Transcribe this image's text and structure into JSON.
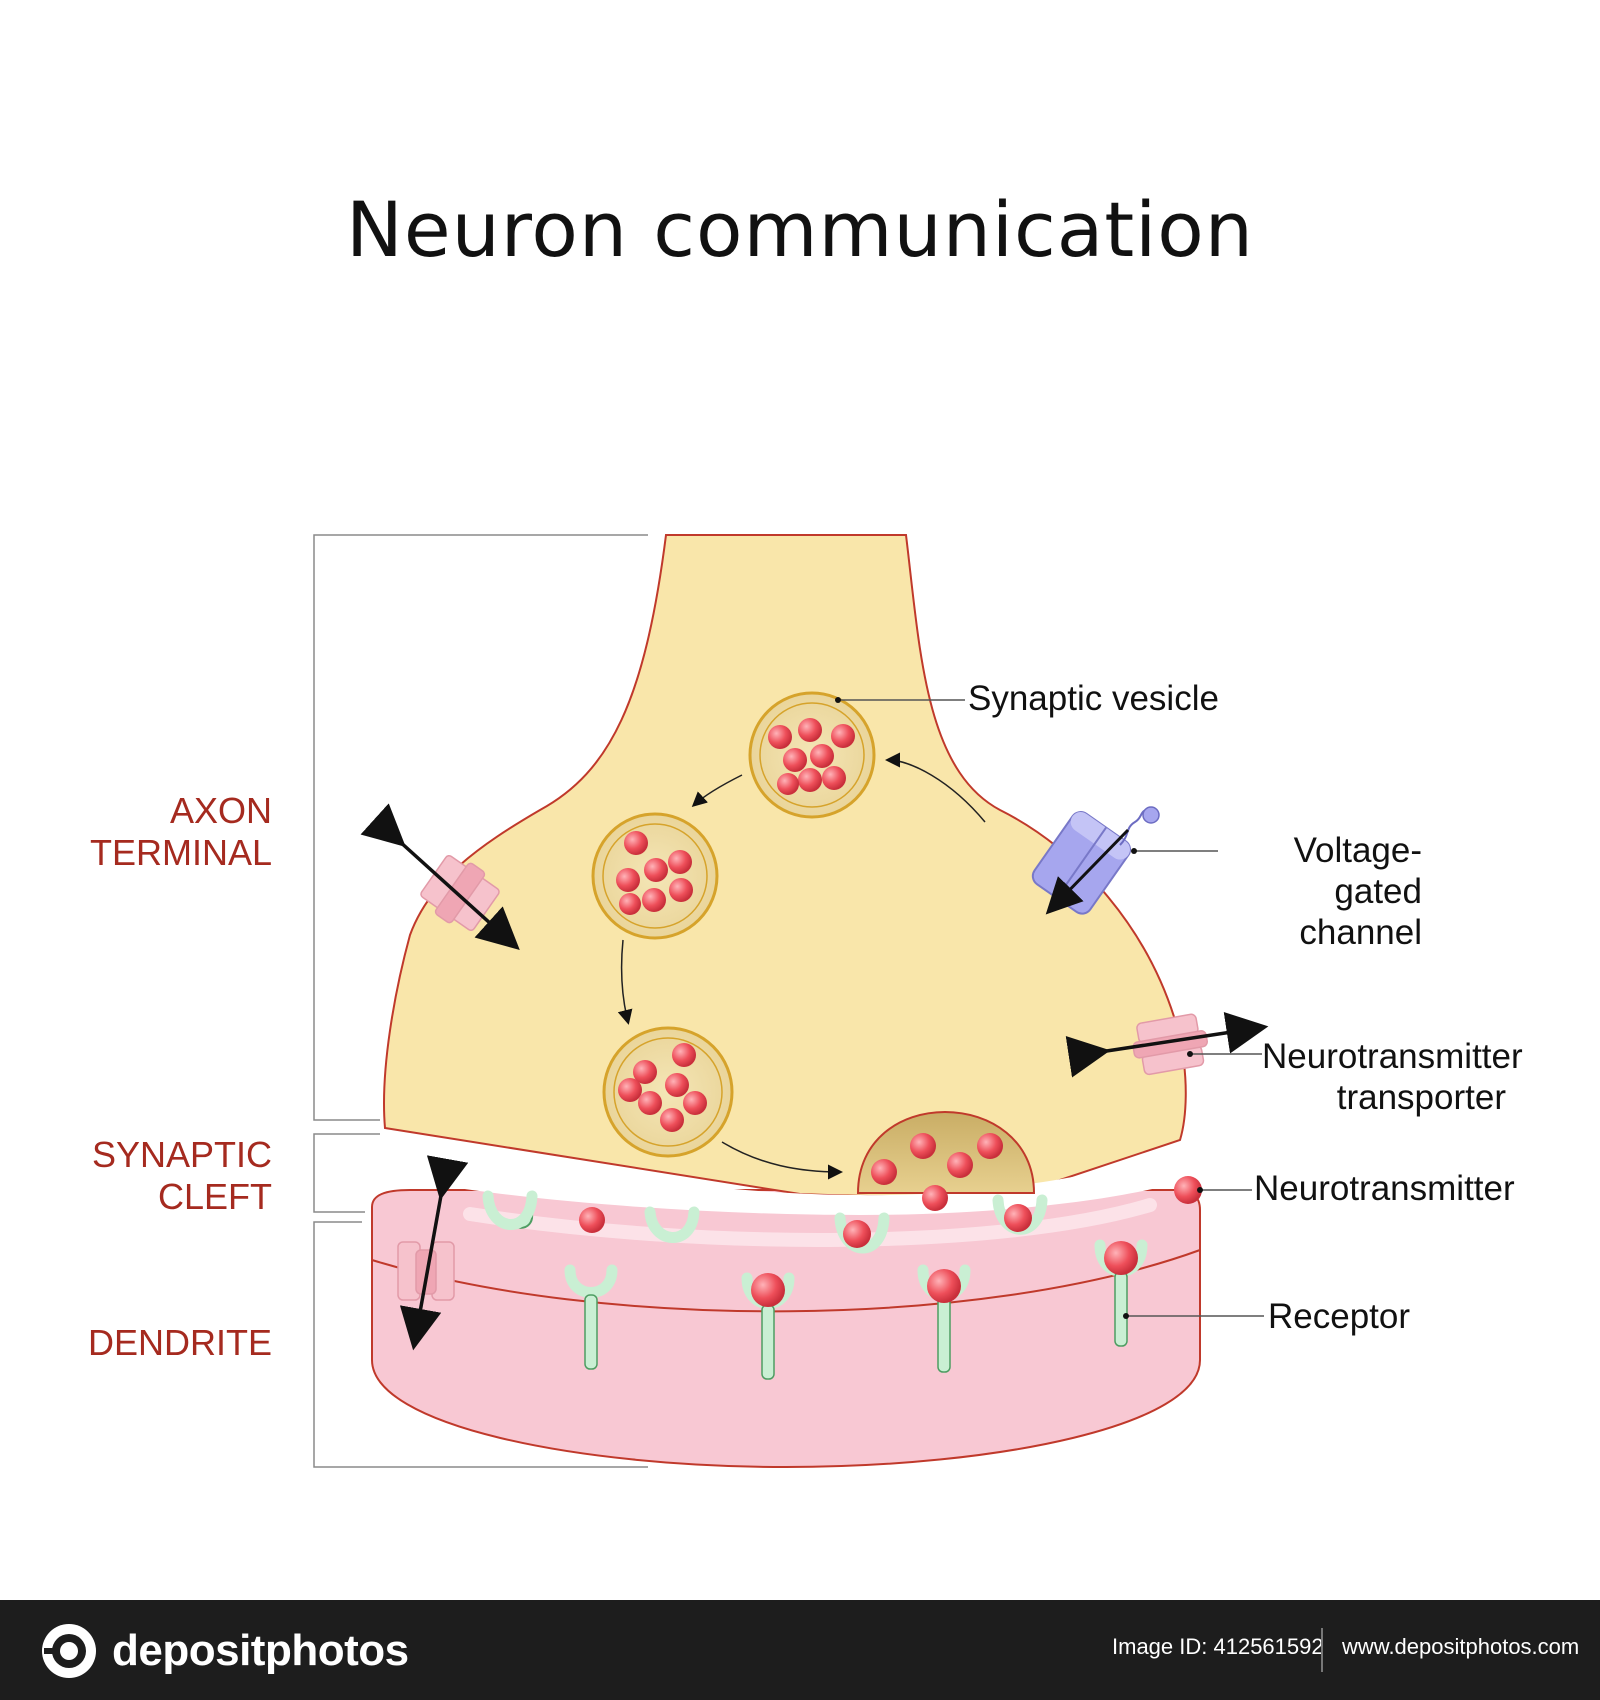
{
  "title": "Neuron communication",
  "regions": {
    "axon_terminal": [
      "AXON",
      "TERMINAL"
    ],
    "synaptic_cleft": [
      "SYNAPTIC",
      "CLEFT"
    ],
    "dendrite": "DENDRITE"
  },
  "callouts": {
    "synaptic_vesicle": "Synaptic vesicle",
    "voltage_gated": [
      "Voltage-gated",
      "channel"
    ],
    "transporter": [
      "Neurotransmitter",
      "transporter"
    ],
    "neurotransmitter": "Neurotransmitter",
    "receptor": "Receptor"
  },
  "colors": {
    "axon_fill": "#f9e6aa",
    "axon_stroke": "#c0392b",
    "dendrite_fill": "#f8c8d3",
    "neurotransmitter": "#e84a55",
    "receptor": "#c9efd3",
    "channel": "#a6a6ee",
    "label_red": "#a52a1f"
  },
  "footer": {
    "brand": "depositphotos",
    "image_id": "Image ID: 412561592",
    "url": "www.depositphotos.com"
  }
}
